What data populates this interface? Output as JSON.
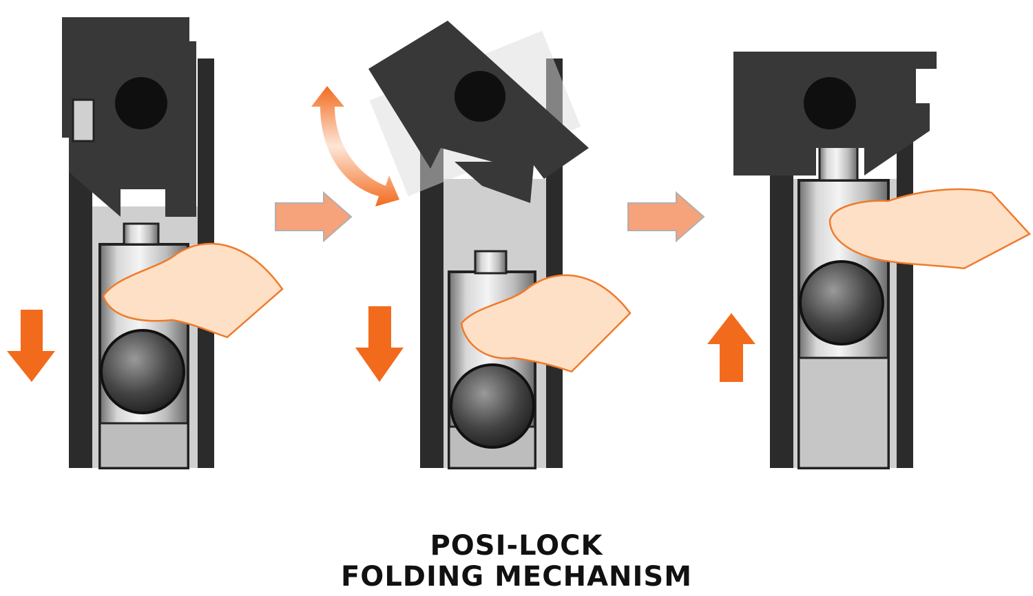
{
  "caption": {
    "line1": "POSI-LOCK",
    "line2": "FOLDING MECHANISM"
  },
  "colors": {
    "background": "#ffffff",
    "frame": "#2b2b2b",
    "block": "#383838",
    "pin": "#0f0f0f",
    "metal_light": "#e6e6e6",
    "metal_dark": "#7a7a7a",
    "accent_orange": "#f26b1d",
    "accent_salmon": "#f6a27a",
    "skin": "#fde0c6",
    "skin_outline": "#f07a2a"
  },
  "stages": [
    {
      "id": "locked",
      "press_direction": "down"
    },
    {
      "id": "folding",
      "press_direction": "down",
      "motion": "rotate"
    },
    {
      "id": "unlocked",
      "press_direction": "up"
    }
  ],
  "icons": [
    "arrow-down-icon",
    "arrow-up-icon",
    "arrow-right-icon",
    "curved-double-arrow-icon",
    "finger-icon",
    "pin-hole-icon"
  ]
}
